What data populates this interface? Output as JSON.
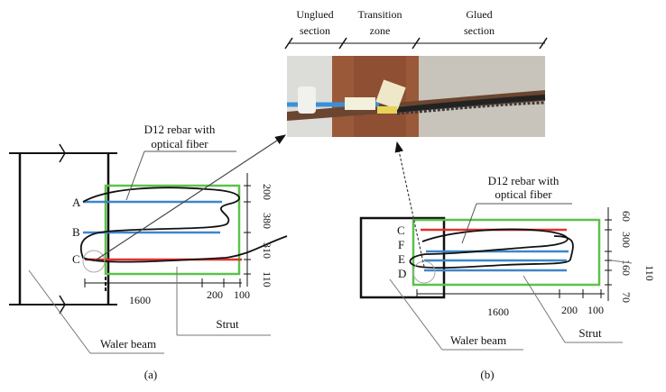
{
  "photo": {
    "sections": [
      {
        "label_line1": "Unglued",
        "label_line2": "section"
      },
      {
        "label_line1": "Transition",
        "label_line2": "zone"
      },
      {
        "label_line1": "Glued",
        "label_line2": "section"
      }
    ]
  },
  "panel_a": {
    "caption": "(a)",
    "rebar_label_line1": "D12 rebar with",
    "rebar_label_line2": "optical fiber",
    "points": [
      "A",
      "B",
      "C"
    ],
    "dims_right": [
      "200",
      "380",
      "310",
      "110"
    ],
    "dims_bottom": [
      "1600",
      "200",
      "100"
    ],
    "strut_label": "Strut",
    "waler_label": "Waler beam"
  },
  "panel_b": {
    "caption": "(b)",
    "rebar_label_line1": "D12 rebar with",
    "rebar_label_line2": "optical fiber",
    "points": [
      "C",
      "F",
      "E",
      "D"
    ],
    "dims_right": [
      "60",
      "300",
      "160",
      "70"
    ],
    "dim_side": "110",
    "dims_bottom": [
      "1600",
      "200",
      "100"
    ],
    "strut_label": "Strut",
    "waler_label": "Waler beam"
  },
  "colors": {
    "strut_outline": "#5cc24a",
    "rebar_blue": "#3f86c9",
    "rebar_red": "#e0312e",
    "fiber": "#111111"
  }
}
